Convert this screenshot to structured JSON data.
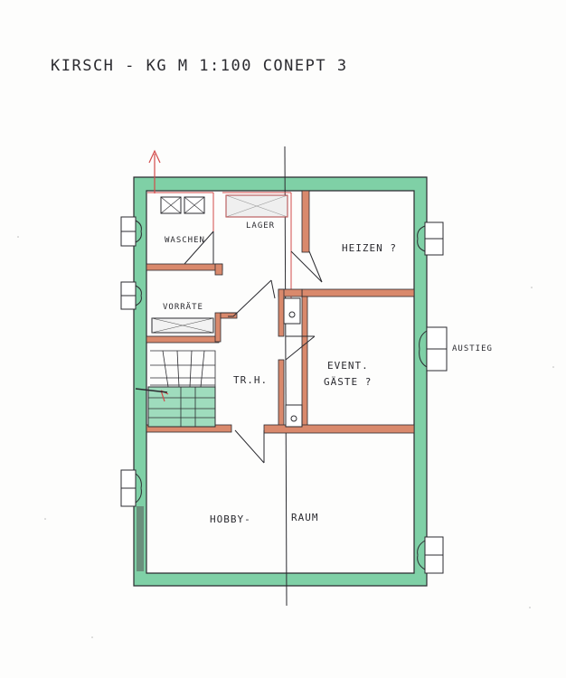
{
  "drawing": {
    "title": "KIRSCH - KG     M 1:100     CONEPT 3"
  },
  "rooms": {
    "waschen": "WASCHEN",
    "lager": "LAGER",
    "heizen": "HEIZEN ?",
    "vorraete": "VORRÄTE",
    "trh": "TR.H.",
    "event_line1": "EVENT.",
    "event_line2": "GÄSTE  ?",
    "hobby": "HOBBY-",
    "raum": "RAUM"
  },
  "annotations": {
    "ausstieg": "AUSTIEG"
  },
  "colors": {
    "outer_wall": "#7fd0a6",
    "inner_wall": "#d9896c",
    "ink": "#2b2b30",
    "red_line": "#d24a4a",
    "stair_green": "#9fdcbd"
  }
}
